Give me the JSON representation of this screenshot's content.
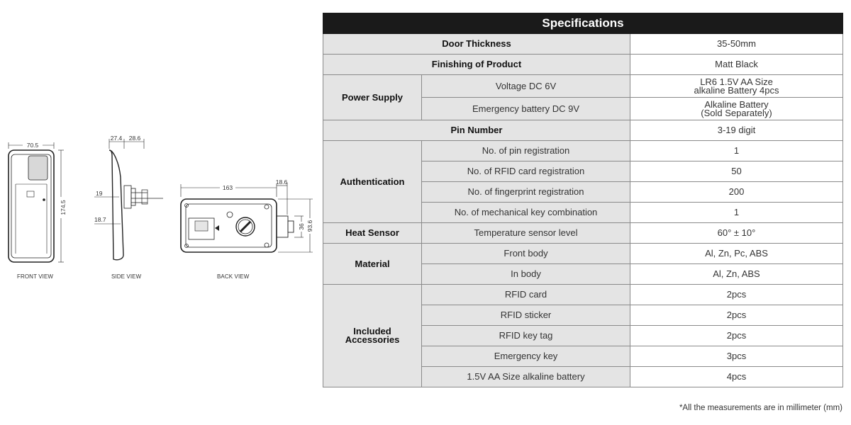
{
  "drawings": {
    "front": {
      "label": "FRONT VIEW",
      "dims": {
        "width": "70.5",
        "height": "174.5"
      }
    },
    "side": {
      "label": "SIDE VIEW",
      "dims": {
        "top_a": "27.4",
        "top_b": "28.6",
        "left_a": "19",
        "left_b": "18.7"
      }
    },
    "back": {
      "label": "BACK VIEW",
      "dims": {
        "width": "163",
        "width_b": "18.6",
        "small_h": "36",
        "height": "93.6"
      }
    }
  },
  "specs": {
    "title": "Specifications",
    "door_thickness": {
      "label": "Door Thickness",
      "value": "35-50mm"
    },
    "finishing": {
      "label": "Finishing of Product",
      "value": "Matt Black"
    },
    "power_supply": {
      "label": "Power Supply",
      "rows": [
        {
          "sub": "Voltage DC 6V",
          "value_line1": "LR6 1.5V AA Size",
          "value_line2": "alkaline Battery 4pcs"
        },
        {
          "sub": "Emergency battery DC 9V",
          "value_line1": "Alkaline Battery",
          "value_line2": "(Sold Separately)"
        }
      ]
    },
    "pin_number": {
      "label": "Pin Number",
      "value": "3-19 digit"
    },
    "authentication": {
      "label": "Authentication",
      "rows": [
        {
          "sub": "No. of pin registration",
          "value": "1"
        },
        {
          "sub": "No. of RFID card registration",
          "value": "50"
        },
        {
          "sub": "No. of fingerprint registration",
          "value": "200"
        },
        {
          "sub": "No. of mechanical key combination",
          "value": "1"
        }
      ]
    },
    "heat_sensor": {
      "label": "Heat Sensor",
      "rows": [
        {
          "sub": "Temperature sensor level",
          "value": "60° ± 10°"
        }
      ]
    },
    "material": {
      "label": "Material",
      "rows": [
        {
          "sub": "Front body",
          "value": "Al, Zn, Pc, ABS"
        },
        {
          "sub": "In body",
          "value": "Al, Zn, ABS"
        }
      ]
    },
    "accessories": {
      "label_line1": "Included",
      "label_line2": "Accessories",
      "rows": [
        {
          "sub": "RFID card",
          "value": "2pcs"
        },
        {
          "sub": "RFID sticker",
          "value": "2pcs"
        },
        {
          "sub": "RFID key tag",
          "value": "2pcs"
        },
        {
          "sub": "Emergency key",
          "value": "3pcs"
        },
        {
          "sub": "1.5V AA Size alkaline battery",
          "value": "4pcs"
        }
      ]
    }
  },
  "footnote": "*All the measurements are in millimeter (mm)"
}
